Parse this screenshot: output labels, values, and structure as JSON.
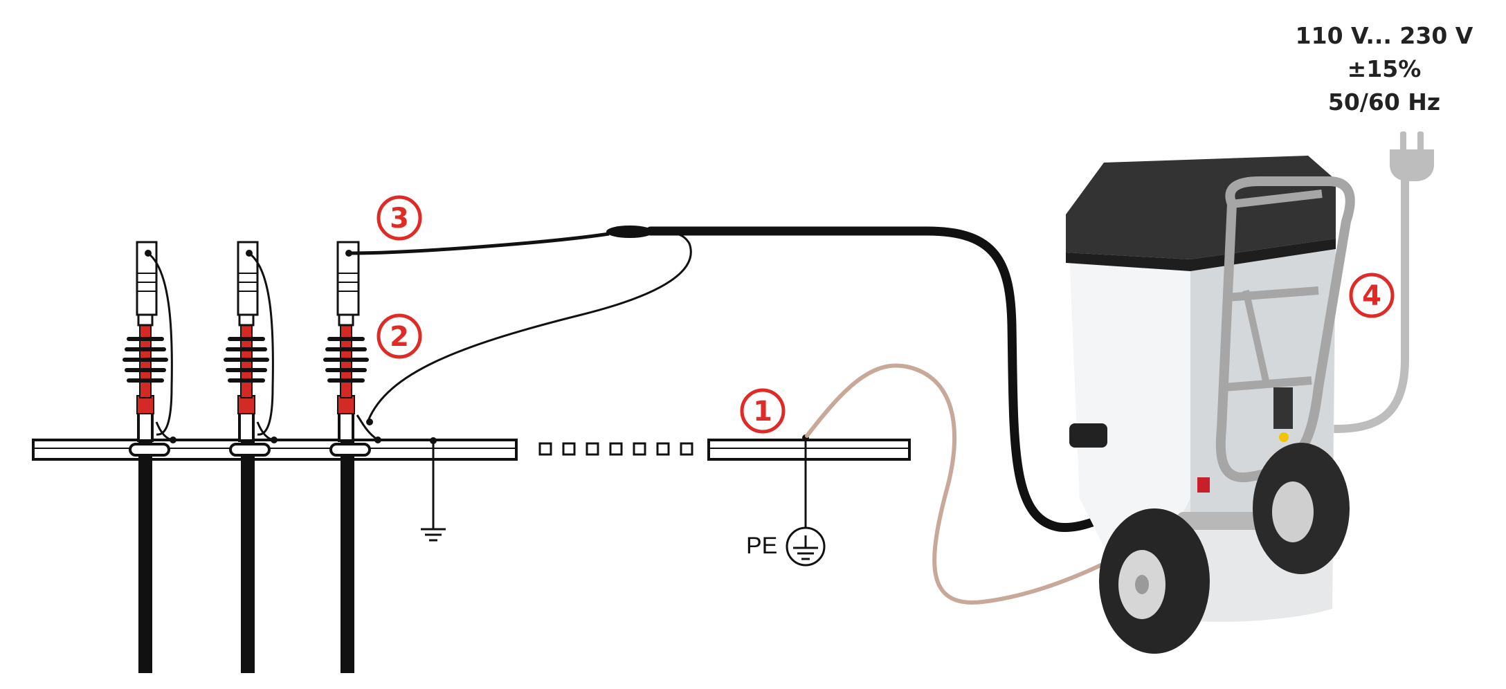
{
  "supply": {
    "voltage": "110 V... 230 V",
    "tolerance": "±15%",
    "frequency": "50/60 Hz"
  },
  "markers": [
    "1",
    "2",
    "3",
    "4"
  ],
  "pe_label": "PE",
  "colors": {
    "marker_red": "#e02a26",
    "insulator_red": "#d42a25",
    "cable_black": "#111111",
    "earth_cable": "#c8a898",
    "mains_cable": "#bdbdbd"
  }
}
